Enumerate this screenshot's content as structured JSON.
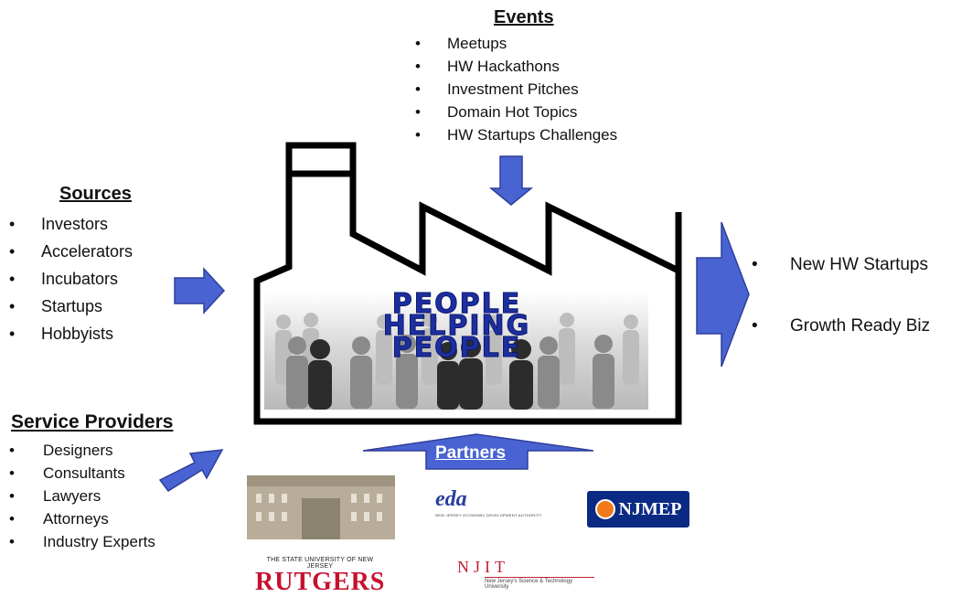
{
  "events": {
    "heading": "Events",
    "items": [
      "Meetups",
      "HW Hackathons",
      "Investment Pitches",
      "Domain Hot Topics",
      "HW Startups Challenges"
    ]
  },
  "sources": {
    "heading": "Sources",
    "items": [
      "Investors",
      "Accelerators",
      "Incubators",
      "Startups",
      "Hobbyists"
    ]
  },
  "service_providers": {
    "heading": "Service Providers",
    "items": [
      "Designers",
      "Consultants",
      "Lawyers",
      "Attorneys",
      "Industry Experts"
    ]
  },
  "outputs": {
    "items": [
      "New HW Startups",
      "Growth Ready Biz"
    ]
  },
  "factory": {
    "banner_lines": [
      "PEOPLE",
      "HELPING",
      "PEOPLE"
    ]
  },
  "partners": {
    "label": "Partners",
    "logos": {
      "eda": {
        "mark": "eda",
        "subtitle": "NEW JERSEY ECONOMIC DEVELOPMENT AUTHORITY"
      },
      "njmep": {
        "name": "NJMEP"
      },
      "rutgers": {
        "top": "THE STATE UNIVERSITY OF NEW JERSEY",
        "name": "RUTGERS"
      },
      "njit": {
        "name": "NJIT",
        "tagline": "New Jersey's Science & Technology University"
      }
    }
  },
  "colors": {
    "arrow_fill": "#4a63d3",
    "arrow_stroke": "#2e3f9a",
    "factory_outline": "#000000",
    "banner_text": "#1d2f9e"
  }
}
